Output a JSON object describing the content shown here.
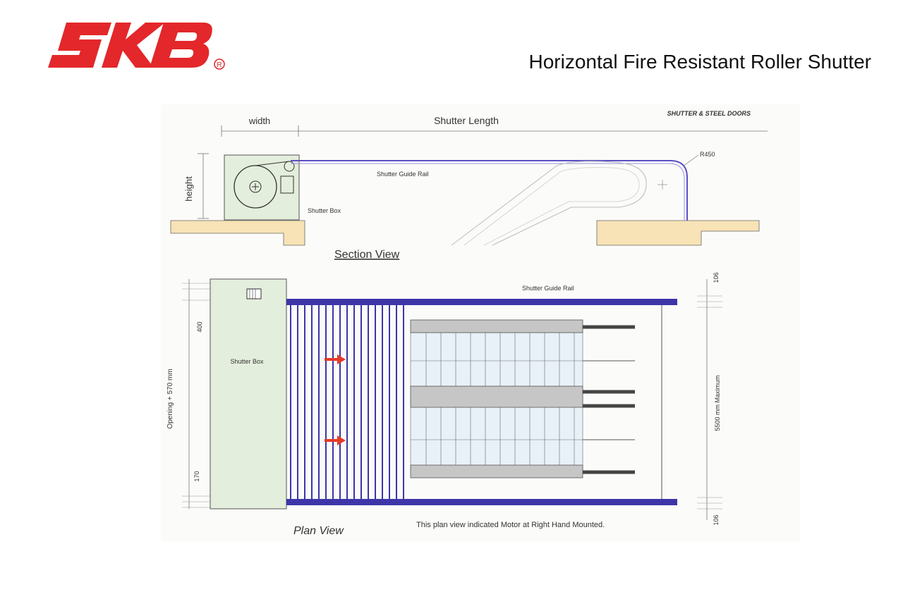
{
  "logo": {
    "text": "SKB",
    "registered": "R",
    "color": "#e3272a"
  },
  "title": "Horizontal Fire Resistant Roller Shutter",
  "drawing": {
    "brand_caption": "SHUTTER & STEEL DOORS",
    "section": {
      "width_label": "width",
      "length_label": "Shutter Length",
      "height_label": "height",
      "radius_label": "R450",
      "guide_rail_label": "Shutter Guide Rail",
      "box_label": "Shutter Box",
      "view_title": "Section View"
    },
    "plan": {
      "guide_rail_label": "Shutter Guide Rail",
      "box_label": "Shutter Box",
      "dim_top": "400",
      "dim_mid": "Opening + 570 mm",
      "dim_bottom": "170",
      "dim_right_top": "106",
      "dim_max": "5500 mm Maximum",
      "dim_right_bottom": "106",
      "view_title": "Plan View",
      "note": "This plan view indicated Motor at Right Hand Mounted."
    },
    "colors": {
      "rail": "#3d35a8",
      "box": "#e4eedc",
      "floor": "#f7e3b5",
      "arrow": "#e43a2a"
    }
  }
}
